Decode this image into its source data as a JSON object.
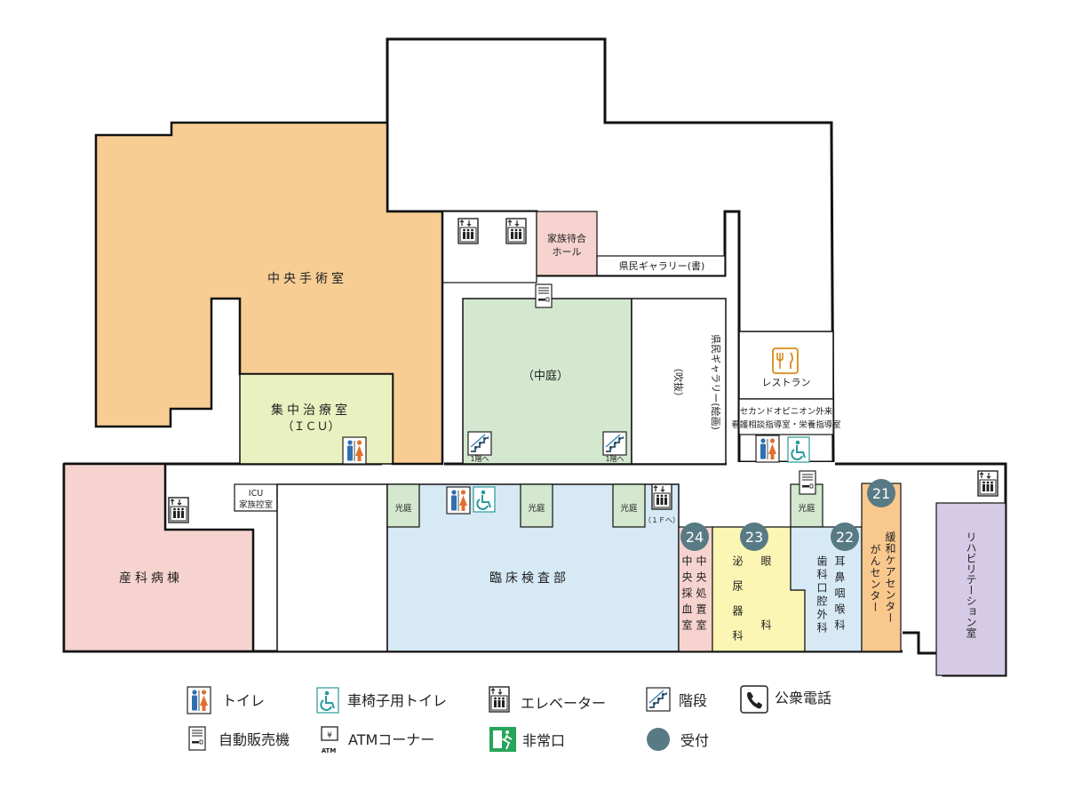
{
  "colors": {
    "surgery": "#f7cd94",
    "icu": "#eaf1c0",
    "obstetrics": "#f6d3cf",
    "courtyard": "#d3e8cf",
    "lab": "#d6e9f5",
    "rehab": "#d6cbe6",
    "blood": "#f6d3cf",
    "ophth_uro": "#fbf6b4",
    "ent": "#d6e9f5",
    "palliative": "#f9c88d",
    "family_hall": "#f6d3cf",
    "badge": "#587a85",
    "toilet_male": "#2f6fb1",
    "toilet_female": "#e07030",
    "accessible": "#2a9a9a",
    "emergency": "#27a55a",
    "restaurant": "#d98a1a"
  },
  "rooms": {
    "surgery": "中央手術室",
    "icu_line1": "集中治療室",
    "icu_line2": "（ＩＣＵ）",
    "family_hall_line1": "家族待合",
    "family_hall_line2": "ホール",
    "gallery_book": "県民ギャラリー(書)",
    "courtyard": "（中庭）",
    "atrium": "（吹抜）",
    "gallery_painting": "県民ギャラリー(絵画)",
    "restaurant": "レストラン",
    "second_opinion_line1": "セカンドオピニオン外来",
    "second_opinion_line2": "看護相談指導室・栄養指導室",
    "icu_family_line1": "ICU",
    "icu_family_line2": "家族控室",
    "obstetrics": "産科病棟",
    "lab": "臨床検査部",
    "light_court": "光庭",
    "to_1f_elevator": "（１Ｆへ）",
    "stairs_to_1f": "1階へ",
    "blood_col1": "中央処置室",
    "blood_col2": "中央採血室",
    "ophth": "眼科",
    "uro": "泌尿器科",
    "ent_col1": "耳鼻咽喉科",
    "ent_col2": "歯科口腔外科",
    "palliative_col1": "緩和ケアセンター",
    "palliative_col2": "がんセンター",
    "rehab": "リハビリテーション室"
  },
  "badges": {
    "b24": "24",
    "b23": "23",
    "b22": "22",
    "b21": "21"
  },
  "legend": {
    "toilet": "トイレ",
    "accessible_toilet": "車椅子用トイレ",
    "elevator": "エレベーター",
    "stairs": "階段",
    "phone": "公衆電話",
    "vending": "自動販売機",
    "atm": "ATMコーナー",
    "atm_sub": "ATM",
    "exit": "非常口",
    "reception": "受付"
  }
}
